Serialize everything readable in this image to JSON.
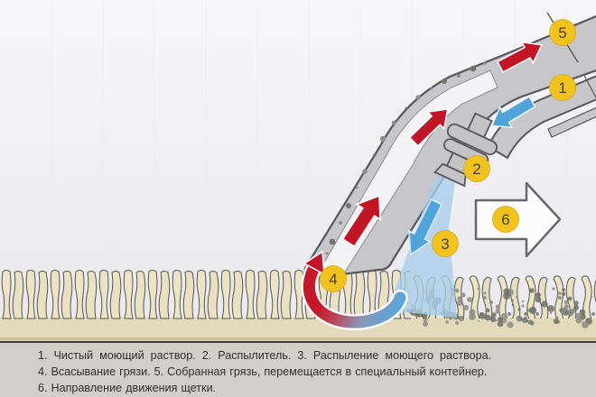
{
  "diagram_title": "carpet-washing-nozzle-scheme",
  "markers": {
    "m1": "1",
    "m2": "2",
    "m3": "3",
    "m4": "4",
    "m5": "5",
    "m6": "6"
  },
  "legend": {
    "lines": [
      "1. Чистый моющий раствор. 2. Распылитель. 3. Распыление моющего раствора.",
      "4. Всасывание грязи. 5. Собранная грязь, перемещается в специальный контейнер.",
      "6. Направление движения щетки."
    ]
  },
  "colors": {
    "arrow_red": "#c21525",
    "arrow_blue": "#4fa5da",
    "marker_yellow": "#f2c31d",
    "marker_text": "#45412f",
    "spray_cone": "#a9cdea",
    "tube_fill": "#c7c7cb",
    "tube_outline": "#57575b",
    "channel_white": "#f3f3f5",
    "carpet_fiber": "#ece4c5",
    "carpet_base": "#e2dabb",
    "big_arrow_white": "#fcfcfd",
    "panel_bg": "#d2cfc9",
    "panel_text": "#2f2f2a"
  }
}
